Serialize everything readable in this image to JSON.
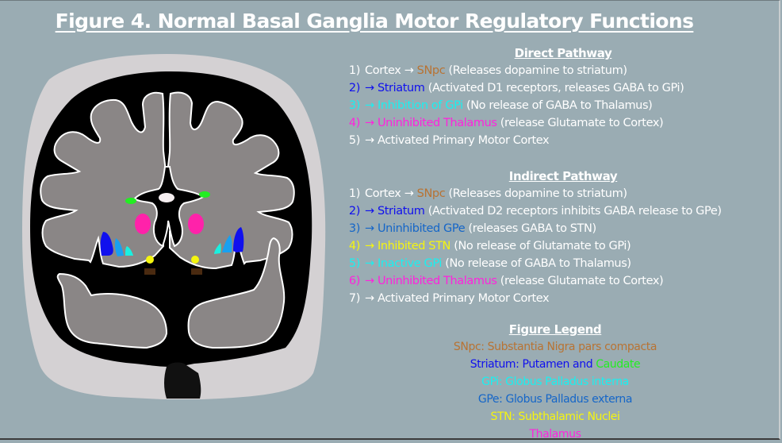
{
  "title": "Figure 4. Normal Basal Ganglia Motor Regulatory Functions",
  "colors": {
    "background": "#9aacb3",
    "white": "#ffffff",
    "snpc": "#b87333",
    "striatum": "#1010ee",
    "gpi": "#19f0f0",
    "thalamus": "#ff22dd",
    "gpe": "#1566c8",
    "stn": "#f5f50f",
    "caudate": "#22ee22"
  },
  "direct": {
    "heading": "Direct Pathway",
    "steps": [
      {
        "num": "1)",
        "parts": [
          {
            "t": "Cortex → ",
            "c": "white"
          },
          {
            "t": "SNpc",
            "c": "snpc"
          },
          {
            "t": " (Releases dopamine to striatum)",
            "c": "white"
          }
        ]
      },
      {
        "num": "2)",
        "num_color": "striatum",
        "parts": [
          {
            "t": "→ Striatum",
            "c": "striatum"
          },
          {
            "t": " (Activated D1 receptors, releases GABA to GPi)",
            "c": "white"
          }
        ]
      },
      {
        "num": "3)",
        "num_color": "gpi",
        "parts": [
          {
            "t": "→ Inhibition of GPi",
            "c": "gpi"
          },
          {
            "t": " (No release of GABA to Thalamus)",
            "c": "white"
          }
        ]
      },
      {
        "num": "4)",
        "num_color": "thalamus",
        "parts": [
          {
            "t": "→ Uninhibited Thalamus",
            "c": "thalamus"
          },
          {
            "t": " (release Glutamate to Cortex)",
            "c": "white"
          }
        ]
      },
      {
        "num": "5)",
        "parts": [
          {
            "t": "→ Activated Primary Motor Cortex",
            "c": "white"
          }
        ]
      }
    ]
  },
  "indirect": {
    "heading": "Indirect Pathway",
    "steps": [
      {
        "num": "1)",
        "parts": [
          {
            "t": "Cortex → ",
            "c": "white"
          },
          {
            "t": "SNpc",
            "c": "snpc"
          },
          {
            "t": " (Releases dopamine to striatum)",
            "c": "white"
          }
        ]
      },
      {
        "num": "2)",
        "num_color": "striatum",
        "parts": [
          {
            "t": "→ Striatum",
            "c": "striatum"
          },
          {
            "t": " (Activated D2 receptors inhibits GABA release to GPe)",
            "c": "white"
          }
        ]
      },
      {
        "num": "3)",
        "num_color": "gpe",
        "parts": [
          {
            "t": "→ Uninhibited GPe",
            "c": "gpe"
          },
          {
            "t": " (releases GABA to STN)",
            "c": "white"
          }
        ]
      },
      {
        "num": "4)",
        "num_color": "stn",
        "parts": [
          {
            "t": "→ Inhibited STN",
            "c": "stn"
          },
          {
            "t": " (No release of Glutamate to GPi)",
            "c": "white"
          }
        ]
      },
      {
        "num": "5)",
        "num_color": "gpi",
        "parts": [
          {
            "t": "→ Inactive GPi",
            "c": "gpi"
          },
          {
            "t": " (No release of GABA to Thalamus)",
            "c": "white"
          }
        ]
      },
      {
        "num": "6)",
        "num_color": "thalamus",
        "parts": [
          {
            "t": "→ Uninhibited Thalamus",
            "c": "thalamus"
          },
          {
            "t": " (release Glutamate to Cortex)",
            "c": "white"
          }
        ]
      },
      {
        "num": "7)",
        "parts": [
          {
            "t": "→ Activated Primary Motor Cortex",
            "c": "white"
          }
        ]
      }
    ]
  },
  "legend": {
    "heading": "Figure Legend",
    "rows": [
      [
        {
          "t": "SNpc: Substantia Nigra pars compacta",
          "c": "snpc"
        }
      ],
      [
        {
          "t": "Striatum: Putamen and ",
          "c": "striatum"
        },
        {
          "t": "Caudate",
          "c": "caudate"
        }
      ],
      [
        {
          "t": "GPi: Globus Palladus interna",
          "c": "gpi"
        }
      ],
      [
        {
          "t": "GPe: Globus Palladus externa",
          "c": "gpe"
        }
      ],
      [
        {
          "t": "STN: Subthalamic Nuclei",
          "c": "stn"
        }
      ],
      [
        {
          "t": "Thalamus",
          "c": "thalamus"
        }
      ]
    ]
  },
  "brain_structures": [
    "scalp",
    "cortex",
    "ventricles",
    "caudate",
    "thalamus",
    "putamen",
    "gpe",
    "gpi",
    "stn",
    "snpc",
    "brainstem"
  ]
}
